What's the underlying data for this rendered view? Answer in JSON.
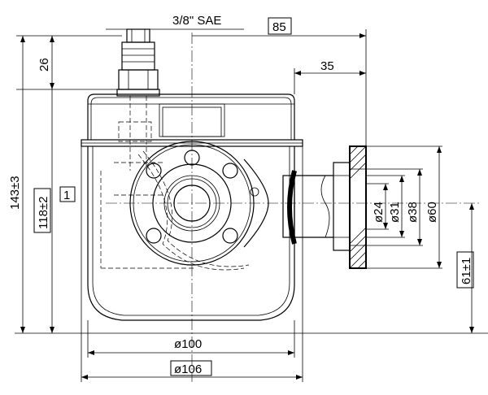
{
  "drawing": {
    "dimensions": {
      "sae_label": "3/8\" SAE",
      "d85": "85",
      "d35": "35",
      "d26": "26",
      "d143": "143±3",
      "d118": "118±2",
      "tag1": "1",
      "d24": "ø24",
      "d31": "ø31",
      "d38": "ø38",
      "d60": "ø60",
      "d61": "61±1",
      "d100": "ø100",
      "d106": "ø106"
    }
  }
}
